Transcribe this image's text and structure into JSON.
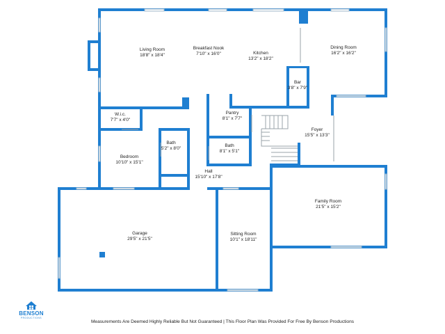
{
  "rooms": [
    {
      "key": "living",
      "name": "Living Room",
      "dim": "18'8\" x 18'4\""
    },
    {
      "key": "breakfast",
      "name": "Breakfast Nook",
      "dim": "7'10\" x 16'0\""
    },
    {
      "key": "kitchen",
      "name": "Kitchen",
      "dim": "13'2\" x 18'2\""
    },
    {
      "key": "dining",
      "name": "Dining Room",
      "dim": "16'2\" x 16'2\""
    },
    {
      "key": "bar",
      "name": "Bar",
      "dim": "3'8\" x 7'9\""
    },
    {
      "key": "wic",
      "name": "W.i.c.",
      "dim": "7'7\" x 4'0\""
    },
    {
      "key": "pantry",
      "name": "Pantry",
      "dim": "8'1\" x 7'7\""
    },
    {
      "key": "foyer",
      "name": "Foyer",
      "dim": "15'5\" x 13'3\""
    },
    {
      "key": "bath1",
      "name": "Bath",
      "dim": "5'2\" x 8'0\""
    },
    {
      "key": "bath2",
      "name": "Bath",
      "dim": "8'1\" x 5'1\""
    },
    {
      "key": "bedroom",
      "name": "Bedroom",
      "dim": "10'10\" x 15'1\""
    },
    {
      "key": "hall",
      "name": "Hall",
      "dim": "15'10\" x 17'8\""
    },
    {
      "key": "family",
      "name": "Family Room",
      "dim": "21'5\" x 15'2\""
    },
    {
      "key": "garage",
      "name": "Garage",
      "dim": "29'5\" x 21'5\""
    },
    {
      "key": "sitting",
      "name": "Sitting Room",
      "dim": "10'1\" x 18'11\""
    }
  ],
  "logo": {
    "brand": "BENSON",
    "sub": "PRODUCTIONS",
    "color": "#1f7fd1"
  },
  "footer_text": "Measurements Are Deemed Highly Reliable But Not Guaranteed | This Floor Plan Was Provided For Free By Benson Productions",
  "colors": {
    "wall": "#1f7fd1",
    "window": "#9fb7c9"
  }
}
